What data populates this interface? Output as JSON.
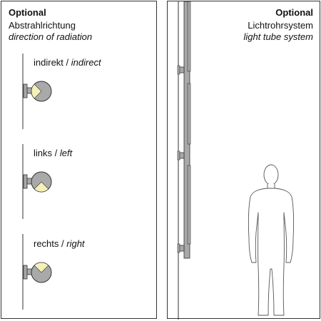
{
  "left": {
    "heading": "Optional",
    "subtitle_de": "Abstrahlrichtung",
    "subtitle_en": "direction of radiation",
    "items": [
      {
        "label_de": "indirekt",
        "separator": " / ",
        "label_en": "indirect"
      },
      {
        "label_de": "links",
        "separator": " / ",
        "label_en": "left"
      },
      {
        "label_de": "rechts",
        "separator": " / ",
        "label_en": "right"
      }
    ]
  },
  "right": {
    "heading": "Optional",
    "subtitle_de": "Lichtrohrsystem",
    "subtitle_en": "light tube system"
  },
  "colors": {
    "tube_gray": "#a9a9a9",
    "light_yellow": "#f3f0b8",
    "outline": "#333333"
  }
}
